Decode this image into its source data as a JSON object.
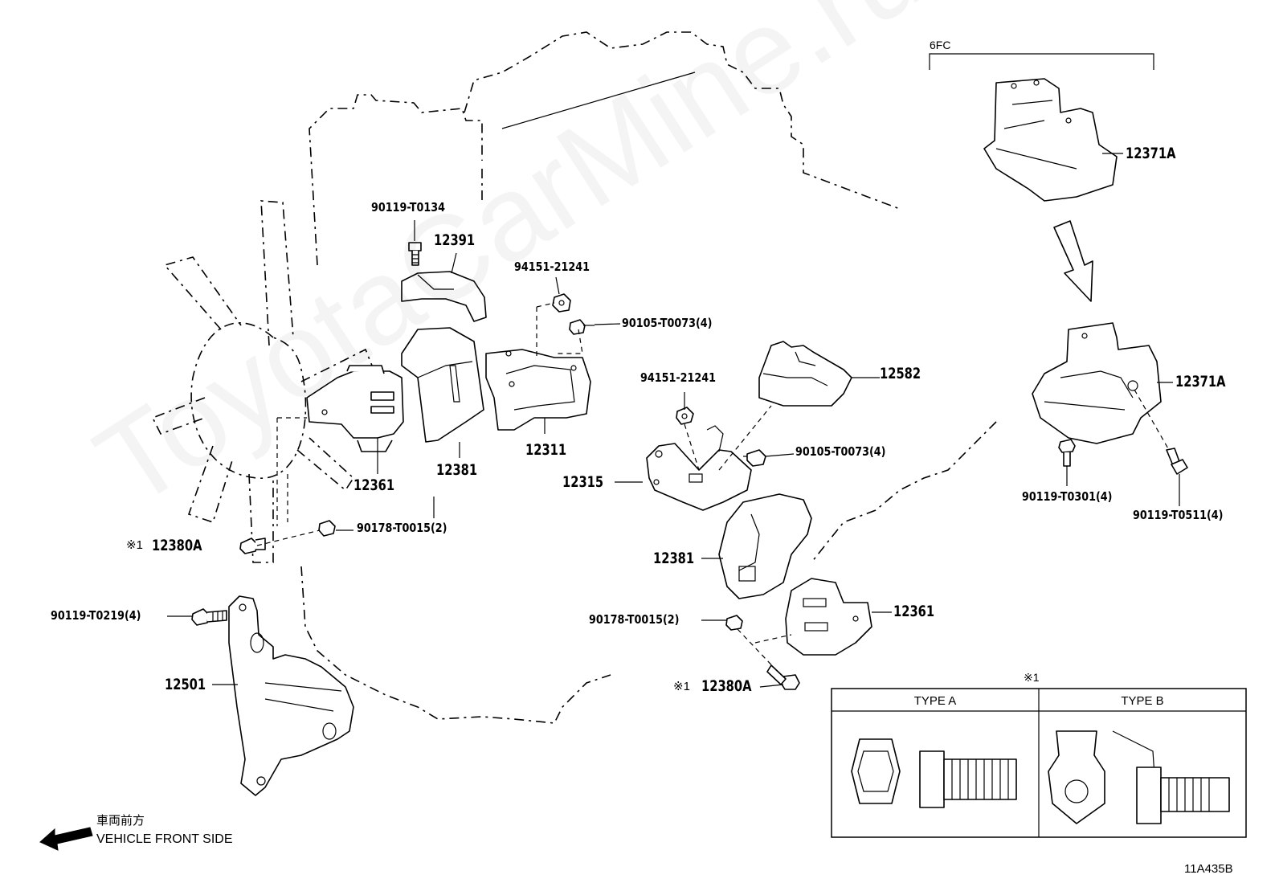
{
  "watermark": "ToyotaCarMine.ru",
  "diagram_id": "11A435B",
  "group_label": "6FC",
  "front_side": {
    "jp": "車両前方",
    "en": "VEHICLE FRONT SIDE"
  },
  "parts": {
    "p90119_T0134": "90119-T0134",
    "p12391": "12391",
    "p94151_21241_a": "94151-21241",
    "p90105_T0073_a": "90105-T0073(4)",
    "p12361_left": "12361",
    "p12381_left": "12381",
    "p12311": "12311",
    "p94151_21241_b": "94151-21241",
    "p12582": "12582",
    "p90105_T0073_b": "90105-T0073(4)",
    "p12315": "12315",
    "p90178_T0015_a": "90178-T0015(2)",
    "p12380A_a": "12380A",
    "p90119_T0219": "90119-T0219(4)",
    "p12501": "12501",
    "p12381_right": "12381",
    "p90178_T0015_b": "90178-T0015(2)",
    "p12361_right": "12361",
    "p12380A_b": "12380A",
    "p12371A_top": "12371A",
    "p12371A_bottom": "12371A",
    "p90119_T0301": "90119-T0301(4)",
    "p90119_T0511": "90119-T0511(4)"
  },
  "note_mark": "※1",
  "note_table": {
    "mark": "※1",
    "type_a": "TYPE A",
    "type_b": "TYPE B"
  }
}
